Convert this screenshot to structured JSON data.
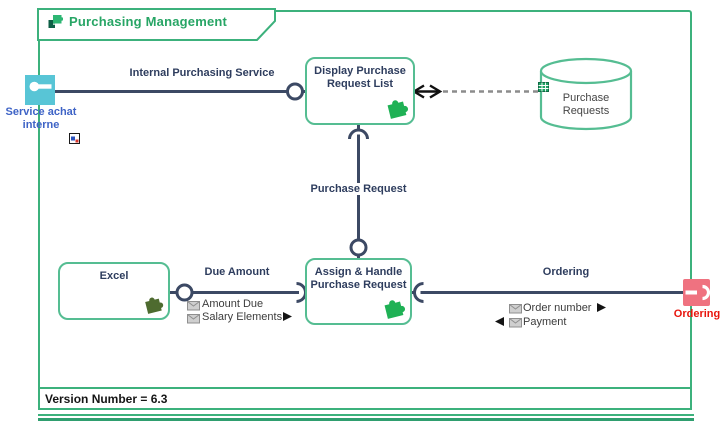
{
  "frame": {
    "title": "Purchasing Management",
    "version": "Version Number = 6.3"
  },
  "nodes": {
    "service_port": {
      "line1": "Service achat",
      "line2": "interne"
    },
    "display": {
      "line1": "Display Purchase",
      "line2": "Request List"
    },
    "datastore": {
      "line1": "Purchase",
      "line2": "Requests"
    },
    "excel": {
      "label": "Excel"
    },
    "assign": {
      "line1": "Assign & Handle",
      "line2": "Purchase Request"
    },
    "ordering_port": {
      "label": "Ordering"
    }
  },
  "connections": {
    "internal_service": {
      "label": "Internal Purchasing Service"
    },
    "purchase_request": {
      "label": "Purchase Request"
    },
    "due_amount": {
      "label": "Due Amount",
      "items": [
        {
          "text": "Amount Due"
        },
        {
          "text": "Salary Elements"
        }
      ]
    },
    "ordering": {
      "label": "Ordering",
      "items": [
        {
          "text": "Order number"
        },
        {
          "text": "Payment"
        }
      ]
    }
  },
  "colors": {
    "frame_green": "#3cb17c",
    "box_green": "#55bd92",
    "title_green": "#27a565",
    "navy_text": "#2e3d5e",
    "connector": "#3c4964",
    "teal_port": "#58c5d6",
    "blue_port_label": "#3e63c6",
    "pink_port": "#ef7280",
    "red_port_label": "#e8150d",
    "puzzle_bright": "#1fb155",
    "puzzle_olive": "#4e6b2f"
  }
}
